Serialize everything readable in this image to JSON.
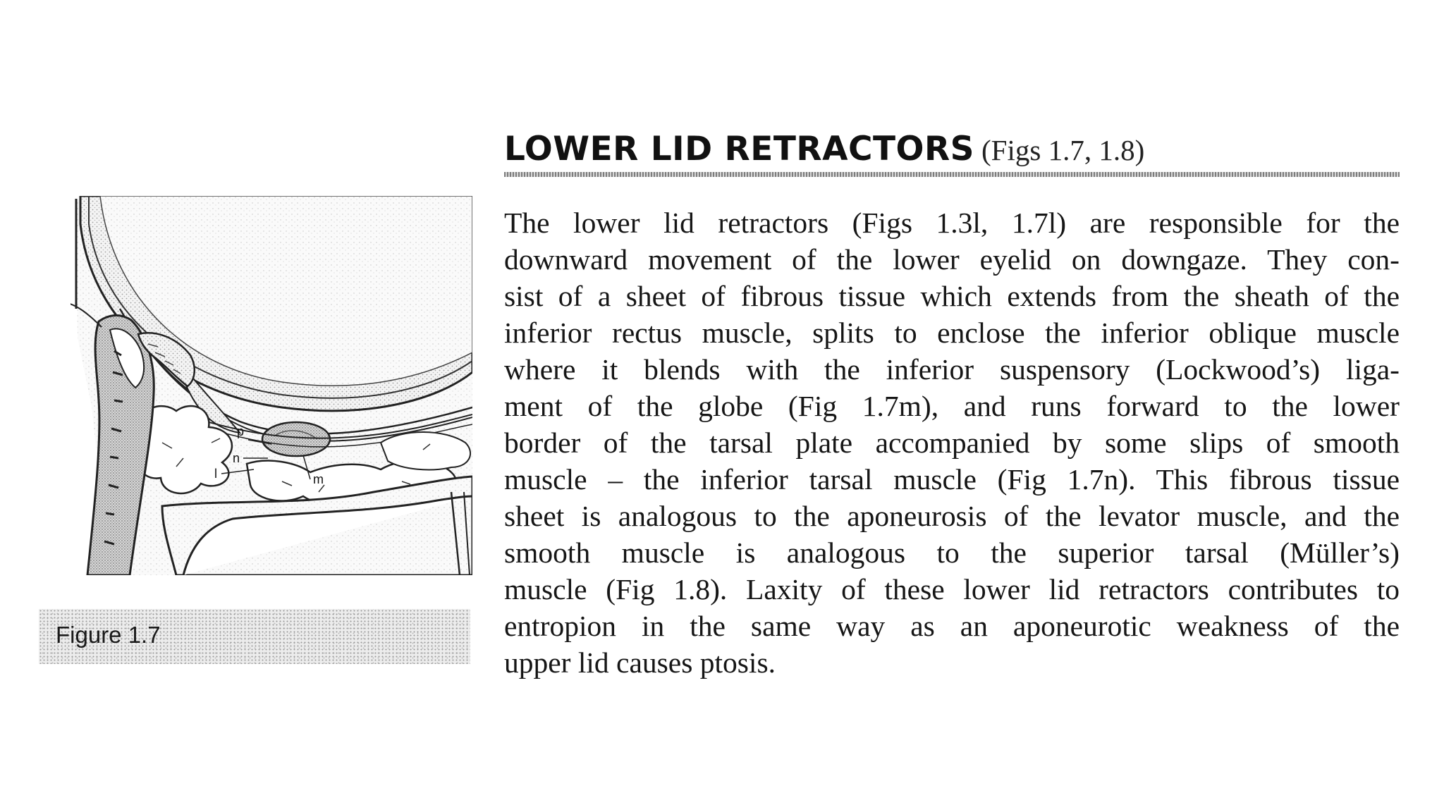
{
  "heading": {
    "title": "LOWER LID RETRACTORS",
    "figure_refs": "(Figs 1.7, 1.8)"
  },
  "body": {
    "lines": [
      "The lower lid retractors (Figs 1.3l, 1.7l) are responsible for the",
      "downward movement of the lower eyelid on downgaze. They con-",
      "sist of a sheet of fibrous tissue which extends from the sheath of the",
      "inferior rectus muscle, splits to enclose the inferior oblique muscle",
      "where it blends with the inferior suspensory (Lockwood’s) liga-",
      "ment of the globe (Fig 1.7m), and runs forward to the lower",
      "border of the tarsal plate accompanied by some slips of smooth",
      "muscle – the inferior tarsal muscle (Fig 1.7n). This fibrous tissue",
      "sheet is analogous to the aponeurosis of the levator muscle, and the",
      "smooth muscle is analogous to the superior tarsal (Müller’s)",
      "muscle (Fig 1.8). Laxity of these lower lid retractors contributes to",
      "entropion in the same way as an aponeurotic weakness of the",
      "upper lid causes ptosis."
    ]
  },
  "figure": {
    "labels": {
      "p": "p",
      "n": "n",
      "l": "l",
      "m": "m"
    },
    "caption": "Figure 1.7"
  }
}
